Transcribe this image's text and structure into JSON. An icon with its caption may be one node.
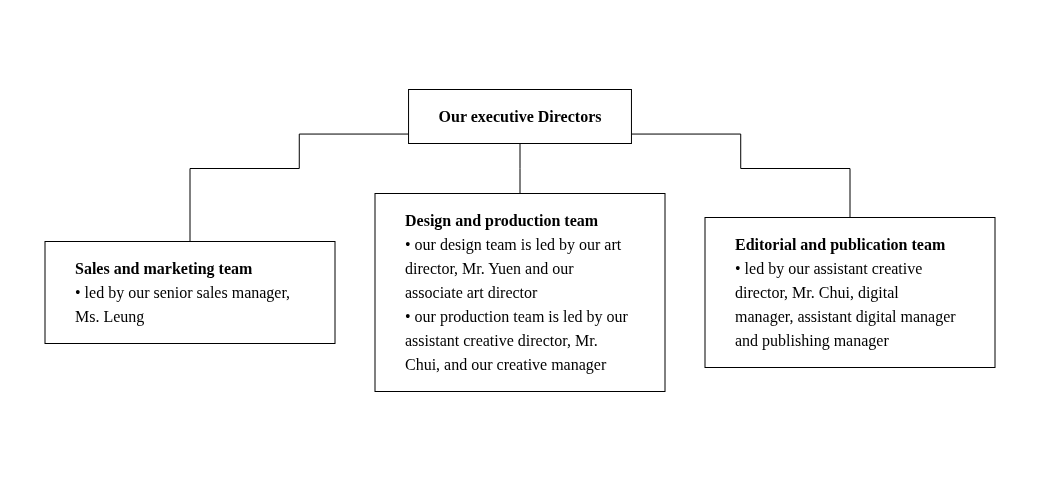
{
  "diagram": {
    "nodes": [
      {
        "text": [
          "Our executive Directors"
        ]
      },
      {
        "text": [
          "Sales and marketing team",
          "• led by our senior sales manager, Ms. Leung"
        ]
      },
      {
        "text": [
          "Design and production team",
          "• our design team is led by our art director, Mr. Yuen and our associate art director",
          "• our production team is led by our assistant creative director, Mr. Chui, and our creative manager"
        ]
      },
      {
        "text": [
          "Editorial and publication team",
          "• led by our assistant creative director, Mr. Chui, digital manager, assistant digital manager and publishing manager"
        ]
      }
    ],
    "edges": [
      {
        "from": 0,
        "to": 1,
        "arrow": "none"
      },
      {
        "from": 0,
        "to": 2,
        "arrow": "none"
      },
      {
        "from": 0,
        "to": 3,
        "arrow": "none"
      }
    ]
  }
}
